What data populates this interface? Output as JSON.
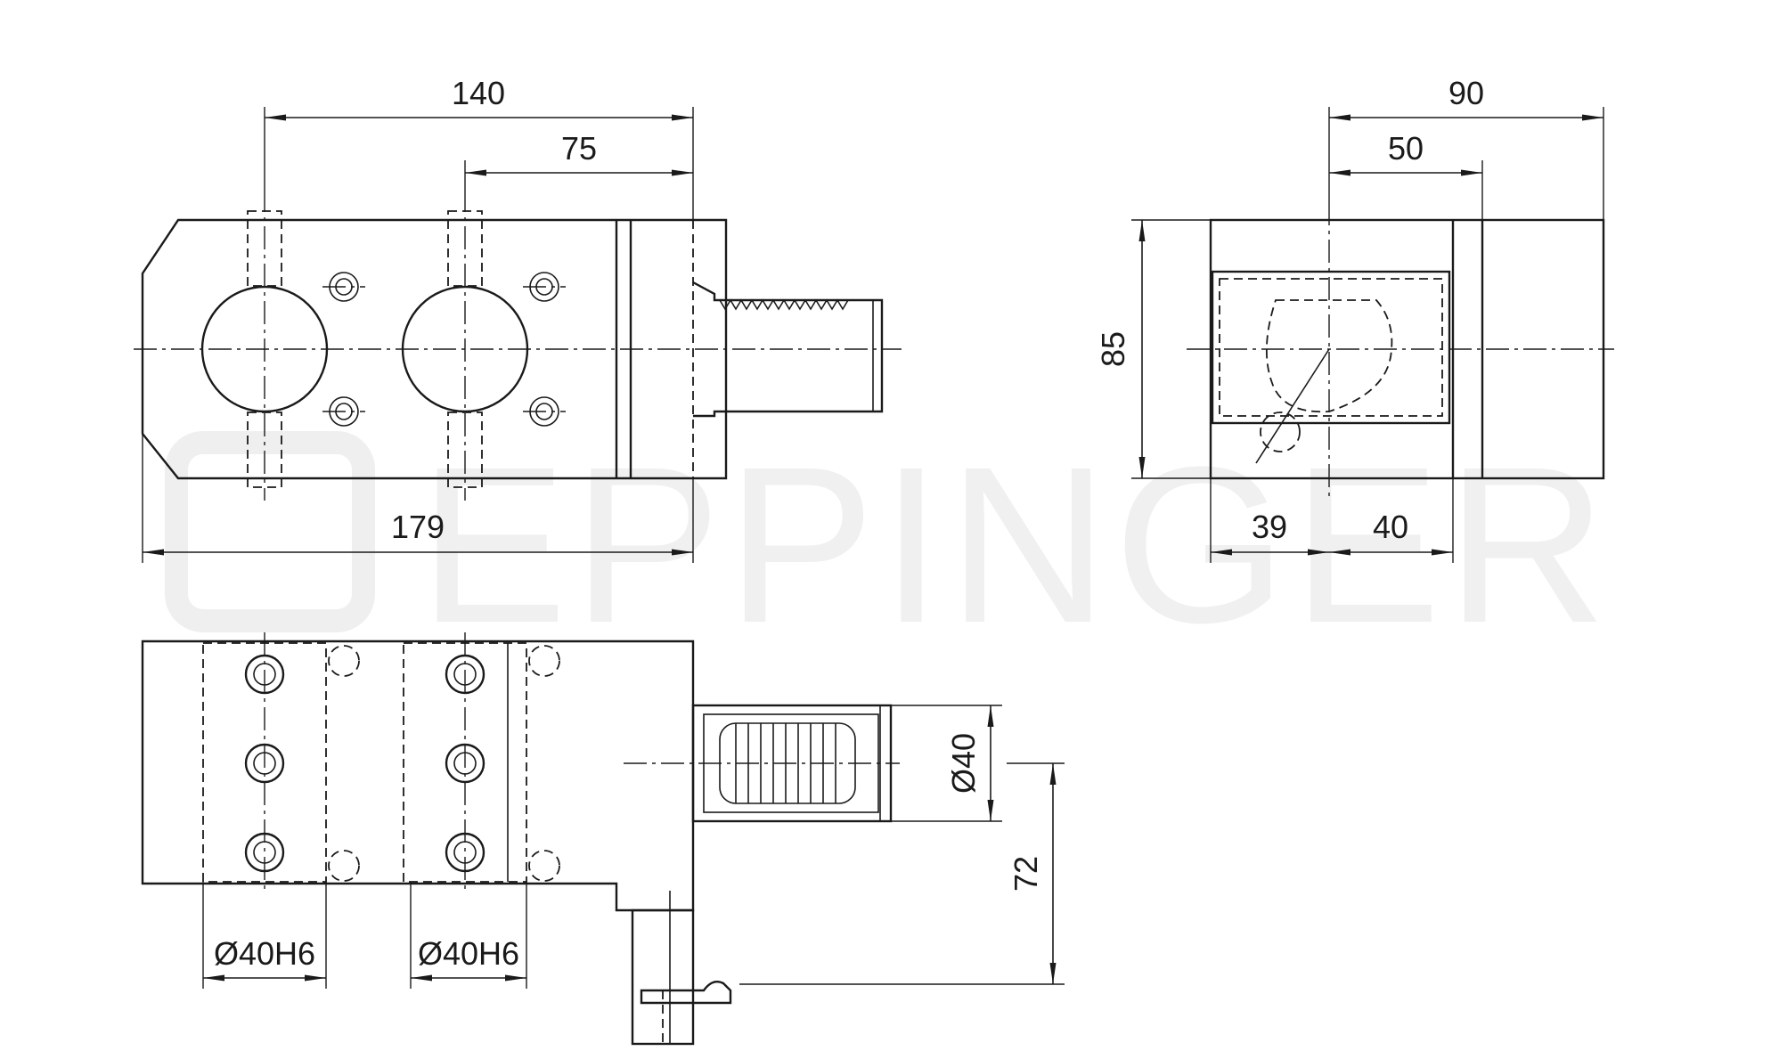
{
  "watermark": {
    "text": "EPPINGER",
    "color": "#efefef"
  },
  "line_color": "#1a1a1a",
  "dimensions": {
    "d140": "140",
    "d75": "75",
    "d179": "179",
    "d90": "90",
    "d50": "50",
    "d85": "85",
    "d39": "39",
    "d40": "40",
    "dia40": "Ø40",
    "d72": "72",
    "bore1": "Ø40H6",
    "bore2": "Ø40H6"
  }
}
